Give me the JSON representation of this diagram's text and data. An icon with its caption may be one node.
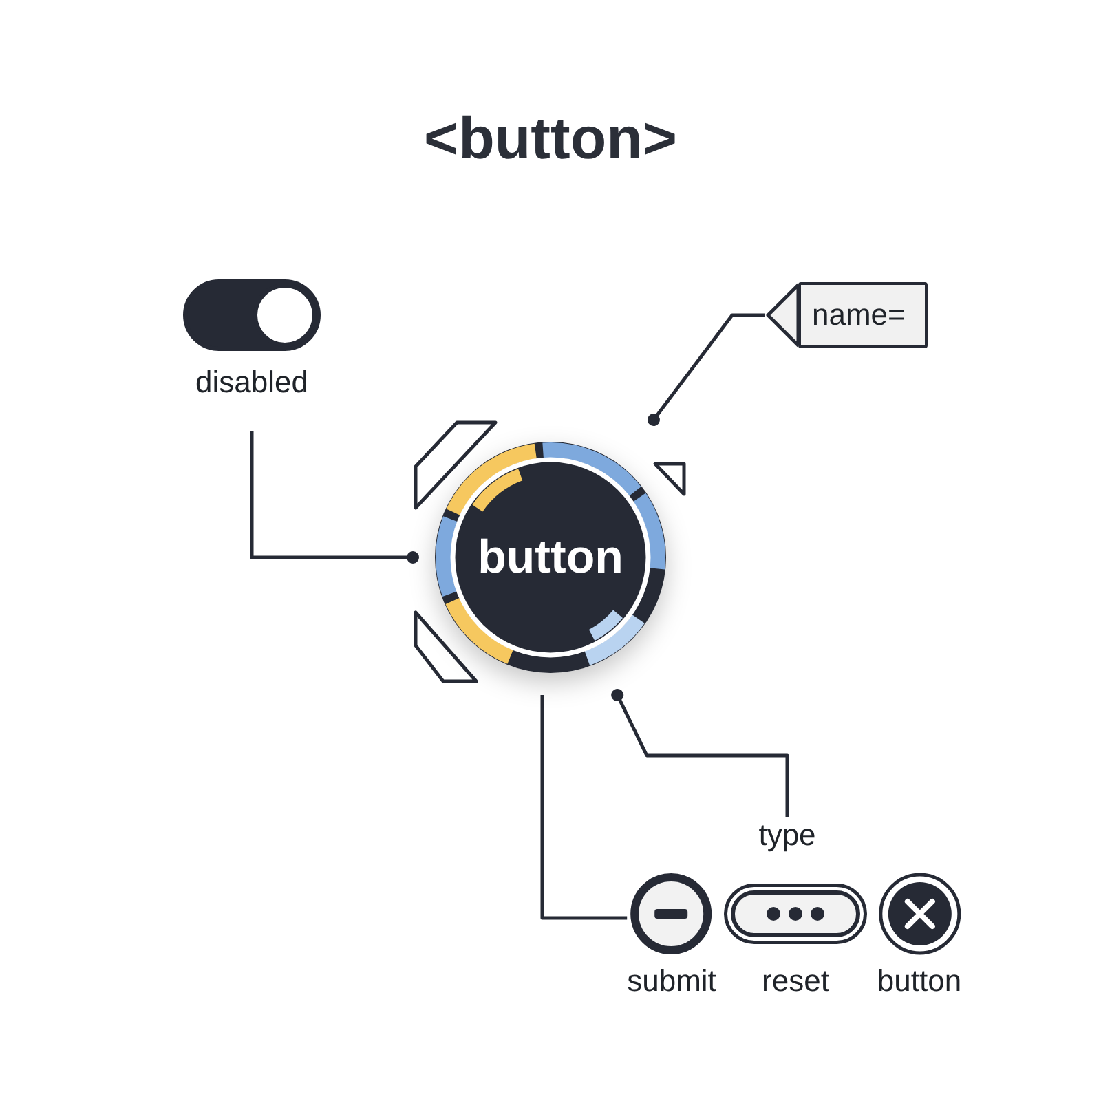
{
  "diagram": {
    "title": "<button>",
    "nodes": [
      {
        "text": [
          "disabled"
        ]
      },
      {
        "text": [
          "name="
        ]
      },
      {
        "text": [
          "button"
        ]
      },
      {
        "text": [
          "type"
        ]
      },
      {
        "text": [
          "submit"
        ]
      },
      {
        "text": [
          "reset"
        ]
      },
      {
        "text": [
          "button"
        ]
      }
    ],
    "edges": [
      {
        "from": 0,
        "to": 2,
        "arrow": "other"
      },
      {
        "from": 1,
        "to": 2,
        "arrow": "other"
      },
      {
        "from": 3,
        "to": 2,
        "arrow": "other"
      },
      {
        "from": 2,
        "to": 4,
        "arrow": "none"
      }
    ]
  }
}
